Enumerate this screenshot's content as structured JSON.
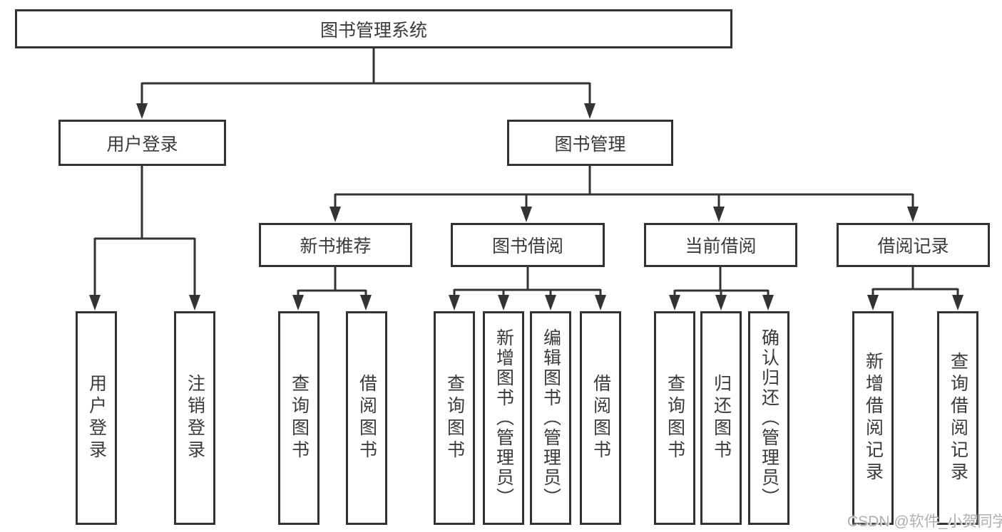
{
  "diagram": {
    "root": {
      "label": "图书管理系统"
    },
    "branches": [
      {
        "label": "用户登录",
        "children": [
          {
            "label": "用户登录"
          },
          {
            "label": "注销登录"
          }
        ]
      },
      {
        "label": "图书管理",
        "children": [
          {
            "label": "新书推荐",
            "children": [
              {
                "label": "查询图书"
              },
              {
                "label": "借阅图书"
              }
            ]
          },
          {
            "label": "图书借阅",
            "children": [
              {
                "label": "查询图书"
              },
              {
                "label": "新增图书（管理员）"
              },
              {
                "label": "编辑图书（管理员）"
              },
              {
                "label": "借阅图书"
              }
            ]
          },
          {
            "label": "当前借阅",
            "children": [
              {
                "label": "查询图书"
              },
              {
                "label": "归还图书"
              },
              {
                "label": "确认归还（管理员）"
              }
            ]
          },
          {
            "label": "借阅记录",
            "children": [
              {
                "label": "新增借阅记录"
              },
              {
                "label": "查询借阅记录"
              }
            ]
          }
        ]
      }
    ]
  },
  "watermark": {
    "text": "CSDN @软件_小贺同学"
  },
  "colors": {
    "line": "#333333",
    "text": "#3a3a3a",
    "background": "#ffffff",
    "watermark": "#b0b0b0"
  }
}
